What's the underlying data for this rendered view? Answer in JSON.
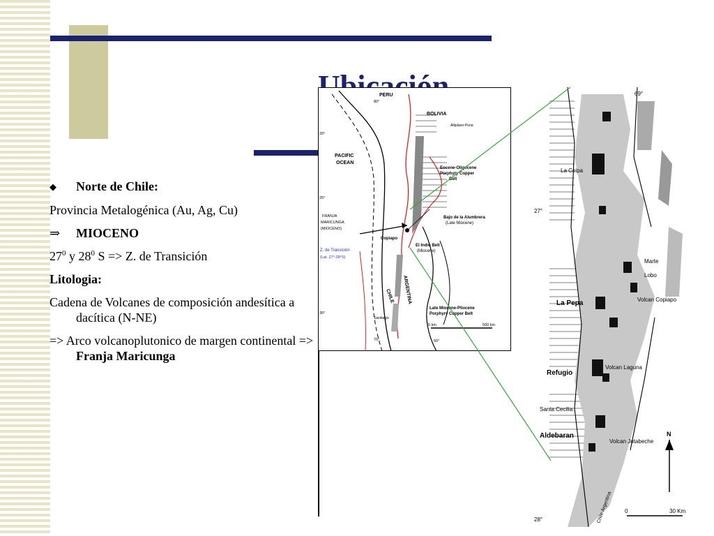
{
  "slide": {
    "title": "Ubicación",
    "lines": {
      "norte": "Norte de Chile:",
      "provincia": "Provincia Metalogénica (Au, Ag, Cu)",
      "mioceno_arrow": "⇒",
      "mioceno": "MIOCENO",
      "deg27": "27",
      "deg28": "28",
      "sup": "0",
      "y": " y ",
      "transicion": " S => Z. de Transición",
      "litologia": "Litologia:",
      "cadena": "Cadena de Volcanes de composición andesítica a dacítica (N-NE)",
      "arco_prefix": "=> Arco volcanoplutonico de margen continental => ",
      "franja": "Franja Maricunga"
    }
  },
  "map_left": {
    "peru": "PERU",
    "bolivia": "BOLIVIA",
    "altiplano": "Altiplano-Puna",
    "pacific": "PACIFIC",
    "ocean": "OCEAN",
    "eocene1": "Eocene-Oligocene",
    "eocene2": "Porphyry Copper",
    "eocene3": "Belt",
    "bajo1": "Bajo de la Alumbrera",
    "bajo2": "(Late Miocene)",
    "franja1": "FRANJA",
    "franja2": "MARICUNGA",
    "franja3": "(MIOCENO)",
    "copiapo": "Copiapo",
    "indio1": "El Indio Belt",
    "indio2": "(Miocene)",
    "transicion1": "Z. de Transición",
    "transicion2": "(Lat. 27°-28°S)",
    "chile": "CHILE",
    "argentina": "ARGENTINA",
    "late1": "Late Miocene-Pliocene",
    "late2": "Porphyry Copper Belt",
    "santiago": "Santiago",
    "scale0": "0 km",
    "scale1": "500 km",
    "lat20": "20°",
    "lat25": "25°",
    "lat30": "30°",
    "lon70": "70°",
    "lon60": "60°",
    "lon80": "80°"
  },
  "map_right": {
    "lon69": "69°",
    "la_coipa": "La Coipa",
    "lat27": "27°",
    "marte": "Marte",
    "lobo": "Lobo",
    "volcan_copiapo": "Volcan Copiapo",
    "la_pepa": "La Pepa",
    "refugio": "Refugio",
    "volcan_laguna": "Volcan Laguna",
    "santa_cecilia": "Santa Cecilia",
    "aldebaran": "Aldebaran",
    "volcan_jotabeche": "Volcan Jotabeche",
    "north": "N",
    "lat28": "28°",
    "scale0": "0",
    "scale30": "30 Km",
    "chile_arg": "Chile Argentina"
  }
}
